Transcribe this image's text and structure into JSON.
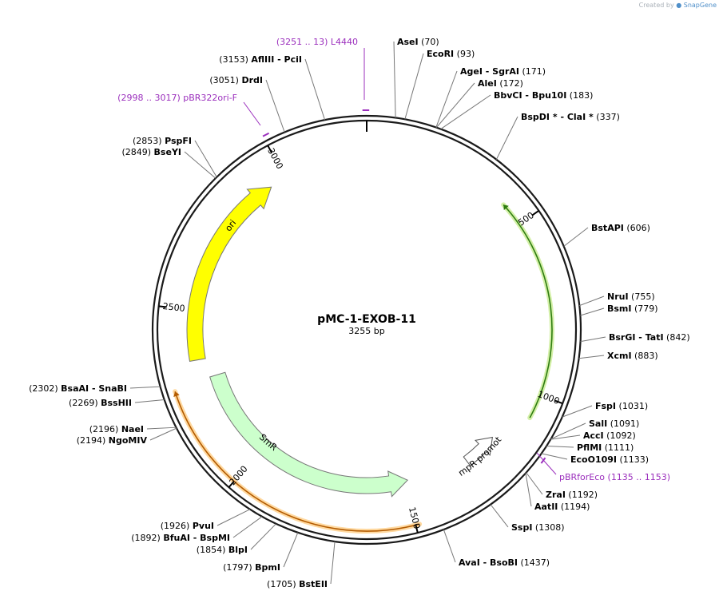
{
  "watermark": {
    "created_by": "Created by",
    "brand": "SnapGene"
  },
  "plasmid": {
    "name": "pMC-1-EXOB-11",
    "size": "3255 bp",
    "length_bp": 3255
  },
  "ticks": [
    {
      "bp": 500,
      "label": "500"
    },
    {
      "bp": 1000,
      "label": "1000"
    },
    {
      "bp": 1500,
      "label": "1500"
    },
    {
      "bp": 2000,
      "label": "2000"
    },
    {
      "bp": 2500,
      "label": "2500"
    },
    {
      "bp": 3000,
      "label": "3000"
    }
  ],
  "features": [
    {
      "name": "ori",
      "start": 2350,
      "end": 2950,
      "direction": "forward",
      "color": "#ffff00"
    },
    {
      "name": "SmR",
      "start": 1490,
      "end": 2290,
      "direction": "reverse",
      "color": "#ccffcc"
    },
    {
      "name": "AmpR promoter",
      "start": 1180,
      "end": 1290,
      "direction": "reverse",
      "color": "#ffffff"
    }
  ],
  "orfs": [
    {
      "start": 430,
      "end": 1070,
      "color": "#2e7d10",
      "glow": "#d4f0a8"
    },
    {
      "start": 1490,
      "end": 2280,
      "color": "#b35b00",
      "glow": "#ffd9a0"
    }
  ],
  "primers": [
    {
      "name": "L4440",
      "range": "(3251 .. 13)",
      "bp": 3253,
      "color": "#9b2fbd"
    },
    {
      "name": "pBR322ori-F",
      "range": "(2998 .. 3017)",
      "bp": 3008,
      "color": "#9b2fbd"
    },
    {
      "name": "pBRforEco",
      "range": "(1135 .. 1153)",
      "bp": 1144,
      "color": "#9b2fbd"
    }
  ],
  "sites": [
    {
      "bp": 70,
      "label": "AseI",
      "pos": "(70)"
    },
    {
      "bp": 93,
      "label": "EcoRI",
      "pos": "(93)"
    },
    {
      "bp": 171,
      "label": "AgeI - SgrAI",
      "pos": "(171)"
    },
    {
      "bp": 172,
      "label": "AleI",
      "pos": "(172)"
    },
    {
      "bp": 183,
      "label": "BbvCI - Bpu10I",
      "pos": "(183)"
    },
    {
      "bp": 337,
      "label": "BspDI * - ClaI *",
      "pos": "(337)"
    },
    {
      "bp": 606,
      "label": "BstAPI",
      "pos": "(606)"
    },
    {
      "bp": 755,
      "label": "NruI",
      "pos": "(755)"
    },
    {
      "bp": 779,
      "label": "BsmI",
      "pos": "(779)"
    },
    {
      "bp": 842,
      "label": "BsrGI - TatI",
      "pos": "(842)"
    },
    {
      "bp": 883,
      "label": "XcmI",
      "pos": "(883)"
    },
    {
      "bp": 1031,
      "label": "FspI",
      "pos": "(1031)"
    },
    {
      "bp": 1091,
      "label": "SalI",
      "pos": "(1091)"
    },
    {
      "bp": 1092,
      "label": "AccI",
      "pos": "(1092)"
    },
    {
      "bp": 1111,
      "label": "PflMI",
      "pos": "(1111)"
    },
    {
      "bp": 1133,
      "label": "EcoO109I",
      "pos": "(1133)"
    },
    {
      "bp": 1192,
      "label": "ZraI",
      "pos": "(1192)"
    },
    {
      "bp": 1194,
      "label": "AatII",
      "pos": "(1194)"
    },
    {
      "bp": 1308,
      "label": "SspI",
      "pos": "(1308)"
    },
    {
      "bp": 1437,
      "label": "AvaI - BsoBI",
      "pos": "(1437)"
    },
    {
      "bp": 1705,
      "label": "BstEII",
      "pos": "(1705)"
    },
    {
      "bp": 1797,
      "label": "BpmI",
      "pos": "(1797)"
    },
    {
      "bp": 1854,
      "label": "BlpI",
      "pos": "(1854)"
    },
    {
      "bp": 1892,
      "label": "BfuAI - BspMI",
      "pos": "(1892)"
    },
    {
      "bp": 1926,
      "label": "PvuI",
      "pos": "(1926)"
    },
    {
      "bp": 2194,
      "label": "NgoMIV",
      "pos": "(2194)"
    },
    {
      "bp": 2196,
      "label": "NaeI",
      "pos": "(2196)"
    },
    {
      "bp": 2269,
      "label": "BssHII",
      "pos": "(2269)"
    },
    {
      "bp": 2302,
      "label": "BsaAI - SnaBI",
      "pos": "(2302)"
    },
    {
      "bp": 2849,
      "label": "BseYI",
      "pos": "(2849)"
    },
    {
      "bp": 2853,
      "label": "PspFI",
      "pos": "(2853)"
    },
    {
      "bp": 3051,
      "label": "DrdI",
      "pos": "(3051)"
    },
    {
      "bp": 3153,
      "label": "AflIII - PciI",
      "pos": "(3153)"
    }
  ]
}
